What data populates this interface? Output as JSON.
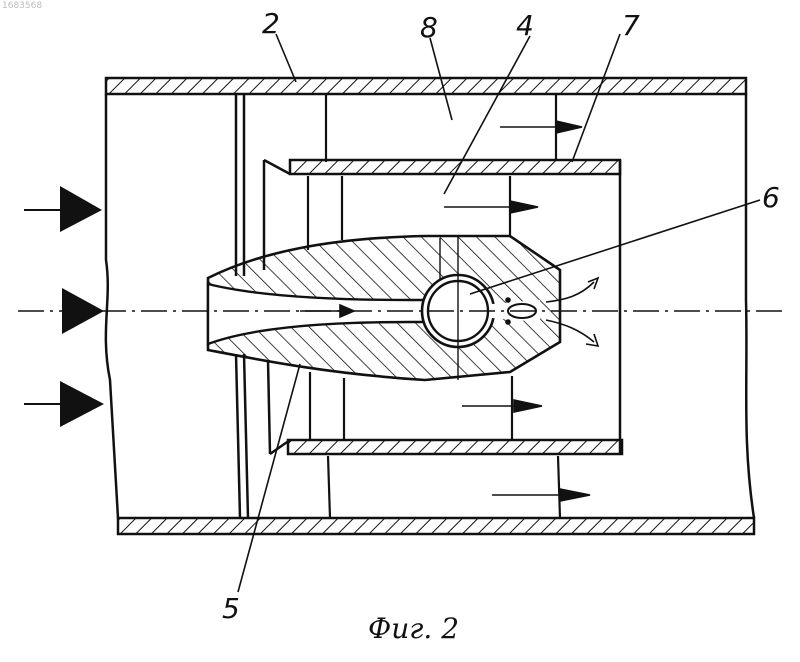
{
  "figure": {
    "doc_number": "1683568",
    "caption": "Фиг. 2",
    "labels": {
      "pipe": "2",
      "nozzle": "4",
      "body": "5",
      "chamber": "6",
      "sleeve": "7",
      "annulus": "8"
    }
  }
}
